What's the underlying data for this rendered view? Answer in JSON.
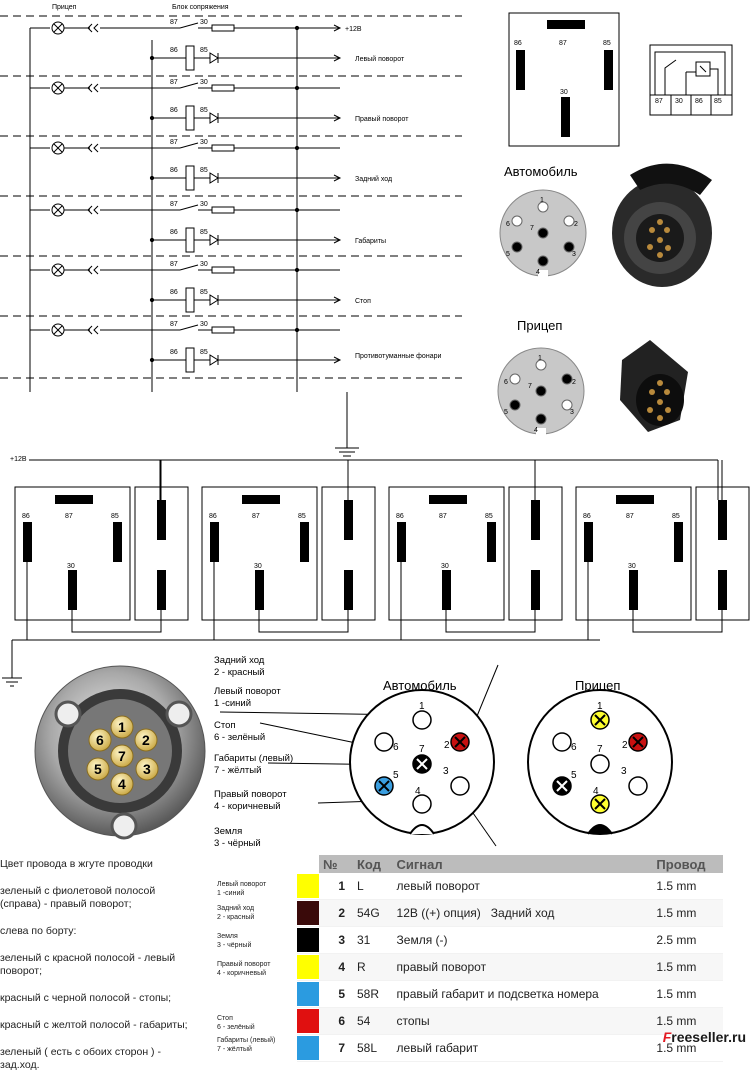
{
  "schematic": {
    "trailer_label": "Прицеп",
    "block_label": "Блок сопряжения",
    "v12_label": "+12В",
    "pins": {
      "p87": "87",
      "p30": "30",
      "p86": "86",
      "p85": "85"
    },
    "rows": [
      {
        "label": "Левый поворот"
      },
      {
        "label": "Правый поворот"
      },
      {
        "label": "Задний ход"
      },
      {
        "label": "Габариты"
      },
      {
        "label": "Стоп"
      },
      {
        "label": "Противотуманные фонари"
      }
    ]
  },
  "relay_top": {
    "p86": "86",
    "p87": "87",
    "p85": "85",
    "p30": "30"
  },
  "relay_small_pins": [
    "87",
    "30",
    "86",
    "85"
  ],
  "car_socket": {
    "title": "Автомобиль",
    "pins": [
      "1",
      "2",
      "3",
      "4",
      "5",
      "6",
      "7"
    ]
  },
  "trailer_plug": {
    "title": "Прицеп",
    "pins": [
      "1",
      "2",
      "3",
      "4",
      "5",
      "6",
      "7"
    ]
  },
  "relay_row": {
    "v12_label": "+12В",
    "relays": [
      {
        "p86": "86",
        "p87": "87",
        "p85": "85",
        "p30": "30"
      },
      {
        "p86": "86",
        "p87": "87",
        "p85": "85",
        "p30": "30"
      },
      {
        "p86": "86",
        "p87": "87",
        "p85": "85",
        "p30": "30"
      },
      {
        "p86": "86",
        "p87": "87",
        "p85": "85",
        "p30": "30"
      }
    ]
  },
  "socket_photo_pins": [
    "1",
    "2",
    "3",
    "4",
    "5",
    "6",
    "7"
  ],
  "pin_labels": [
    {
      "title": "Задний ход",
      "sub": "2 - красный"
    },
    {
      "title": "Левый поворот",
      "sub": "1 -синий"
    },
    {
      "title": "Стоп",
      "sub": "6 - зелёный"
    },
    {
      "title": "Габариты (левый)",
      "sub": "7 - жёлтый"
    },
    {
      "title": "Правый поворот",
      "sub": "4 - коричневый"
    },
    {
      "title": "Земля",
      "sub": "3 - чёрный"
    }
  ],
  "bottom_car": {
    "title": "Автомобиль",
    "pins": [
      "1",
      "2",
      "3",
      "4",
      "5",
      "6",
      "7"
    ]
  },
  "bottom_trailer": {
    "title": "Прицеп",
    "pins": [
      "1",
      "2",
      "3",
      "4",
      "5",
      "6",
      "7"
    ]
  },
  "legend": {
    "heading": "Цвет провода в жгуте проводки",
    "items": [
      "зеленый с фиолетовой полосой (справа) - правый поворот;",
      "слева по борту:",
      "зеленый с красной полосой - левый поворот;",
      "красный с черной полосой - стопы;",
      "красный с желтой полосой - габариты;",
      "зеленый ( есть с обоих сторон ) - зад.ход."
    ]
  },
  "small_labels": [
    {
      "title": "Левый поворот",
      "sub": "1 -синий"
    },
    {
      "title": "Задний ход",
      "sub": "2 - красный"
    },
    {
      "title": "Земля",
      "sub": "3 - чёрный"
    },
    {
      "title": "Правый поворот",
      "sub": "4 - коричневый"
    },
    {
      "title": "Стоп",
      "sub": "6 - зелёный"
    },
    {
      "title": "Габариты (левый)",
      "sub": "7 - жёлтый"
    }
  ],
  "table": {
    "headers": {
      "num": "№",
      "code": "Код",
      "signal": "Сигнал",
      "wire": "Провод"
    },
    "rows": [
      {
        "num": "1",
        "code": "L",
        "signal": "левый поворот",
        "extra": "",
        "wire": "1.5 mm",
        "color": "#ffff00"
      },
      {
        "num": "2",
        "code": "54G",
        "signal": "12В ((+) опция)",
        "extra": "Задний ход",
        "wire": "1.5 mm",
        "color": "#3a0a0a"
      },
      {
        "num": "3",
        "code": "31",
        "signal": "Земля (-)",
        "extra": "",
        "wire": "2.5 mm",
        "color": "#000000"
      },
      {
        "num": "4",
        "code": "R",
        "signal": "правый поворот",
        "extra": "",
        "wire": "1.5 mm",
        "color": "#ffff00"
      },
      {
        "num": "5",
        "code": "58R",
        "signal": "правый габарит и подсветка номера",
        "extra": "",
        "wire": "1.5 mm",
        "color": "#2b9be0"
      },
      {
        "num": "6",
        "code": "54",
        "signal": "стопы",
        "extra": "",
        "wire": "1.5 mm",
        "color": "#e01010"
      },
      {
        "num": "7",
        "code": "58L",
        "signal": "левый габарит",
        "extra": "",
        "wire": "1.5 mm",
        "color": "#2b9be0"
      }
    ]
  },
  "watermark": {
    "f": "F",
    "rest": "reeseller.ru"
  }
}
